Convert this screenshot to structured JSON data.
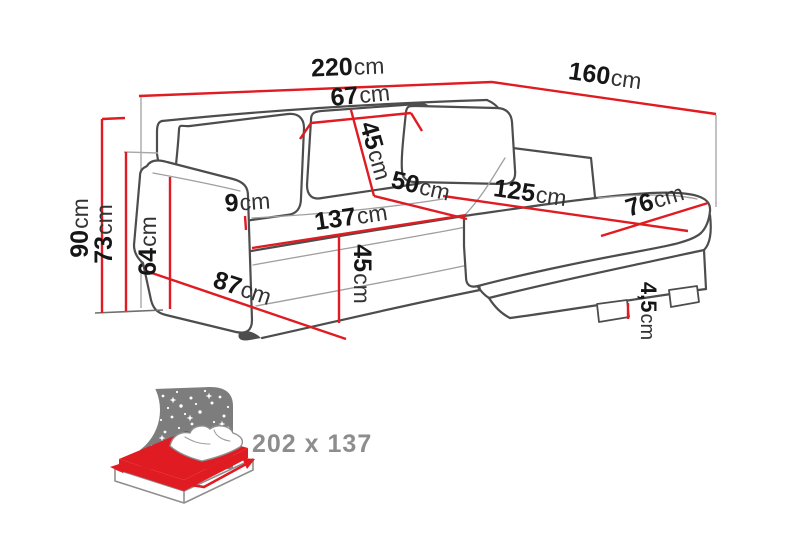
{
  "diagram": {
    "unit": "cm",
    "dims": {
      "total_width": {
        "value": "220",
        "unit": "cm"
      },
      "total_depth": {
        "value": "160",
        "unit": "cm"
      },
      "total_height": {
        "value": "90",
        "unit": "cm"
      },
      "armrest_height": {
        "value": "73",
        "unit": "cm"
      },
      "backrest_height": {
        "value": "64",
        "unit": "cm"
      },
      "back_cushion_width": {
        "value": "67",
        "unit": "cm"
      },
      "back_cushion_height": {
        "value": "45",
        "unit": "cm"
      },
      "corner_seat_depth": {
        "value": "50",
        "unit": "cm"
      },
      "armrest_top_width": {
        "value": "9",
        "unit": "cm"
      },
      "seat_width": {
        "value": "137",
        "unit": "cm"
      },
      "seat_height": {
        "value": "45",
        "unit": "cm"
      },
      "armrest_depth": {
        "value": "87",
        "unit": "cm"
      },
      "chaise_length": {
        "value": "125",
        "unit": "cm"
      },
      "chaise_width": {
        "value": "76",
        "unit": "cm"
      },
      "leg_height": {
        "value": "4,5",
        "unit": "cm"
      }
    },
    "sleeping_area": {
      "size_label": "202 x 137"
    },
    "colors": {
      "dimension_red": "#e01b22",
      "outline_gray": "#4d4d4d",
      "icon_gray": "#7d7d7d",
      "label_gray": "#8d8d8d",
      "text_black": "#161616"
    }
  }
}
